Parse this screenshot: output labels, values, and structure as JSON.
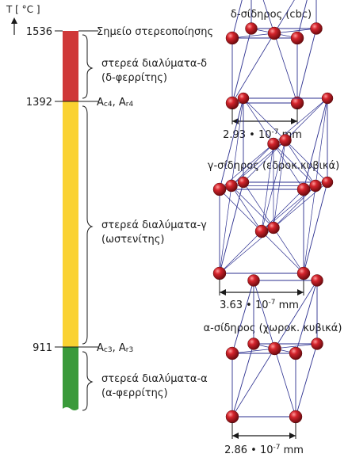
{
  "axis": {
    "label": "T [ °C ]",
    "ticks": [
      "1536",
      "1392",
      "911"
    ]
  },
  "phases": [
    {
      "name": "delta",
      "color": "#cf3838",
      "line1": "στερεά διαλύματα-δ",
      "line2": "(δ-φερρίτης)"
    },
    {
      "name": "gamma",
      "color": "#fad232",
      "line1": "στερεά διαλύματα-γ",
      "line2": "(ωστενίτης)"
    },
    {
      "name": "alpha",
      "color": "#3a9a3a",
      "line1": "στερεά διαλύματα-α",
      "line2": "(α-φερρίτης)"
    }
  ],
  "melting_point": "Σημείο στερεοποίησης",
  "transitions": {
    "t1392": {
      "a": "A",
      "a_sub": "c4",
      "sep": ", ",
      "b": "A",
      "b_sub": "r4"
    },
    "t911": {
      "a": "A",
      "a_sub": "c3",
      "sep": ", ",
      "b": "A",
      "b_sub": "r3"
    }
  },
  "crystals": [
    {
      "id": "bcc-delta",
      "title": "δ-σίδηρος (cbc)",
      "dim_value": "2.93 • 10",
      "dim_exp": "-7",
      "dim_unit": " mm"
    },
    {
      "id": "fcc-gamma",
      "title": "γ-σίδηρος (εδροκ.κυβικά)",
      "dim_value": "3.63 • 10",
      "dim_exp": "-7",
      "dim_unit": " mm"
    },
    {
      "id": "bcc-alpha",
      "title": "α-σίδηρος (χωροκ. κυβικά)",
      "dim_value": "2.86 • 10",
      "dim_exp": "-7",
      "dim_unit": " mm"
    }
  ],
  "colors": {
    "atom": "#b3121a",
    "lattice": "#2b2f8f",
    "text": "#1a1a1a"
  }
}
